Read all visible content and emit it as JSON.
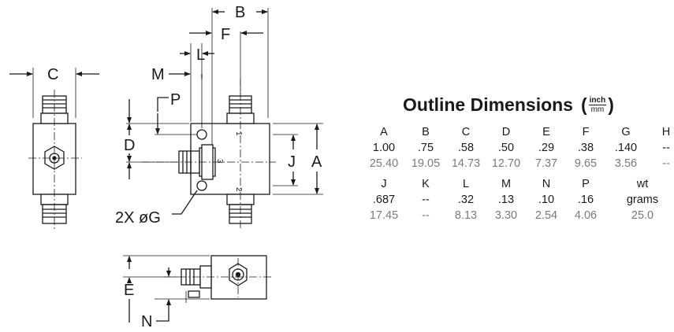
{
  "title": "Outline Dimensions",
  "units": {
    "open": "(",
    "numerator": "inch",
    "denominator": "mm",
    "close": ")"
  },
  "drawing_labels": {
    "A": "A",
    "B": "B",
    "C": "C",
    "D": "D",
    "E": "E",
    "F": "F",
    "J": "J",
    "L": "L",
    "M": "M",
    "N": "N",
    "P": "P",
    "hole": "2X øG",
    "port1": "1",
    "port2": "2",
    "port3": "3"
  },
  "table1": {
    "headers": [
      "A",
      "B",
      "C",
      "D",
      "E",
      "F",
      "G",
      "H"
    ],
    "inch": [
      "1.00",
      ".75",
      ".58",
      ".50",
      ".29",
      ".38",
      ".140",
      "--"
    ],
    "mm": [
      "25.40",
      "19.05",
      "14.73",
      "12.70",
      "7.37",
      "9.65",
      "3.56",
      "--"
    ]
  },
  "table2": {
    "headers": [
      "J",
      "K",
      "L",
      "M",
      "N",
      "P",
      "wt"
    ],
    "inch": [
      ".687",
      "--",
      ".32",
      ".13",
      ".10",
      ".16",
      "grams"
    ],
    "mm": [
      "17.45",
      "--",
      "8.13",
      "3.30",
      "2.54",
      "4.06",
      "25.0"
    ]
  }
}
